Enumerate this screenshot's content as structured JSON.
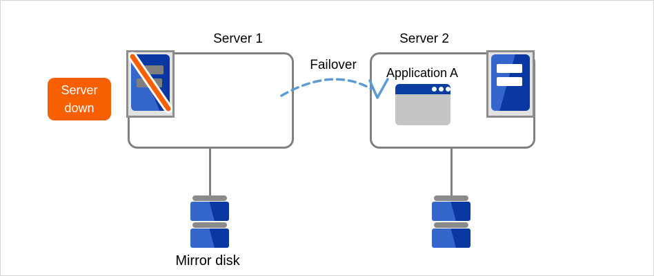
{
  "diagram": {
    "title_server1": "Server 1",
    "title_server2": "Server 2",
    "failover_label": "Failover",
    "application_label": "Application A",
    "badge_label": "Server\ndown",
    "mirror_disk_label": "Mirror disk"
  },
  "icons": {
    "server1": "server-down-icon",
    "server2": "server-icon",
    "application": "app-window-icon",
    "disks": "mirror-disk-icon",
    "arrow": "failover-dashed-arrow-icon"
  },
  "colors": {
    "accent_orange": "#f75f00",
    "server_blue_light": "#3566cb",
    "server_blue_dark": "#0a38a3",
    "server_bars_down_gray": "#7f7f7f",
    "window_title_blue": "#0b3da0",
    "window_body_gray": "#c5c5c5",
    "failover_arc_blue": "#5b9bd5",
    "box_border_gray": "#808080",
    "disk_bar_gray": "#8a8a8a",
    "icon_panel_fill": "#e2e2e2",
    "icon_panel_border": "#8c8c8c",
    "canvas_border": "#d4d4d4"
  }
}
